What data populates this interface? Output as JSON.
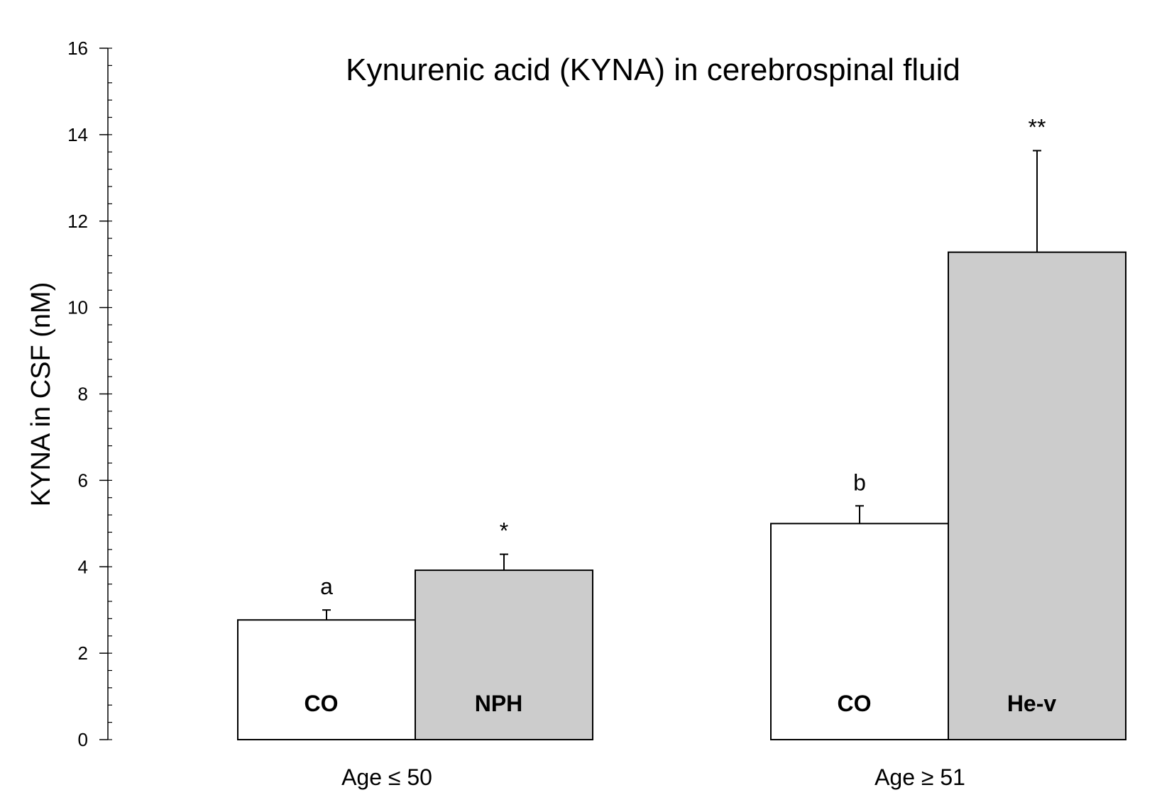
{
  "chart_data": {
    "type": "bar",
    "title": "Kynurenic acid (KYNA) in cerebrospinal fluid",
    "xlabel": "",
    "ylabel": "KYNA in CSF (nM)",
    "ylim": [
      0,
      16
    ],
    "yticks": [
      "0",
      "2",
      "4",
      "6",
      "8",
      "10",
      "12",
      "14",
      "16"
    ],
    "grid": false,
    "groups": [
      {
        "label": "Age ≤ 50",
        "bars": [
          {
            "label": "CO",
            "value": 2.77,
            "error": 0.23,
            "annotation": "a",
            "color": "#ffffff"
          },
          {
            "label": "NPH",
            "value": 3.92,
            "error": 0.37,
            "annotation": "*",
            "color": "#cccccc"
          }
        ]
      },
      {
        "label": "Age ≥ 51",
        "bars": [
          {
            "label": "CO",
            "value": 5.0,
            "error": 0.41,
            "annotation": "b",
            "color": "#ffffff"
          },
          {
            "label": "He-v",
            "value": 11.28,
            "error": 2.35,
            "annotation": "**",
            "color": "#cccccc"
          }
        ]
      }
    ]
  }
}
